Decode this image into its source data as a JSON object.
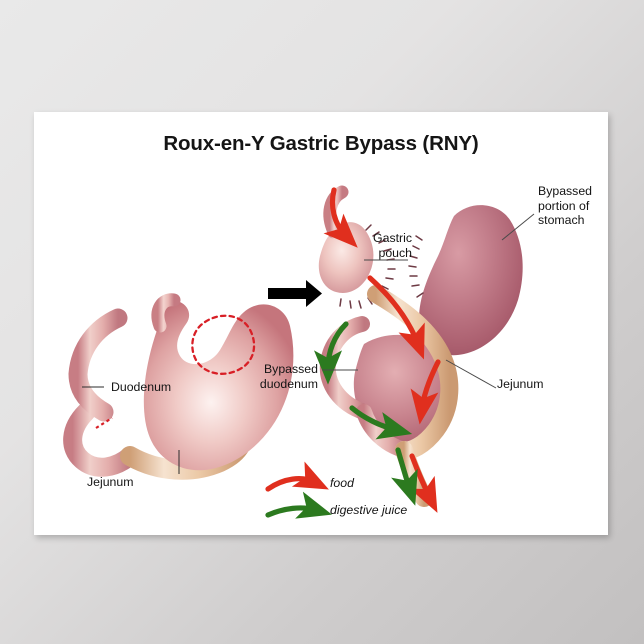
{
  "poster": {
    "title": "Roux-en-Y Gastric Bypass (RNY)",
    "background_color": "#ffffff",
    "wall_color": "#e4e3e3"
  },
  "diagrams": {
    "before": {
      "name": "normal-stomach",
      "labels": [
        {
          "key": "duodenum",
          "text": "Duodenum"
        },
        {
          "key": "jejunum",
          "text": "Jejunum"
        }
      ]
    },
    "after": {
      "name": "bypassed-stomach",
      "labels": [
        {
          "key": "gastric_pouch",
          "text": "Gastric\npouch"
        },
        {
          "key": "bypassed_stomach",
          "text": "Bypassed\nportion of\nstomach"
        },
        {
          "key": "bypassed_duodenum",
          "text": "Bypassed\nduodenum"
        },
        {
          "key": "jejunum",
          "text": "Jejunum"
        }
      ]
    }
  },
  "transition_arrow": {
    "name": "transition-arrow",
    "color": "#000000",
    "direction": "right"
  },
  "legend": {
    "items": [
      {
        "key": "food",
        "text": "food",
        "color": "#e02f1e"
      },
      {
        "key": "digestive_juice",
        "text": "digestive juice",
        "color": "#2c7a1f"
      }
    ]
  },
  "colors": {
    "stomach_pink": "#e9b3b3",
    "stomach_pink_dark": "#c4757d",
    "stomach_mauve": "#b2616f",
    "intestine_tan": "#e9c5a2",
    "intestine_tan_dark": "#cfa077",
    "cut_line_red": "#d81f26",
    "food_arrow": "#e02f1e",
    "juice_arrow": "#2c7a1f",
    "label_text": "#141414"
  }
}
